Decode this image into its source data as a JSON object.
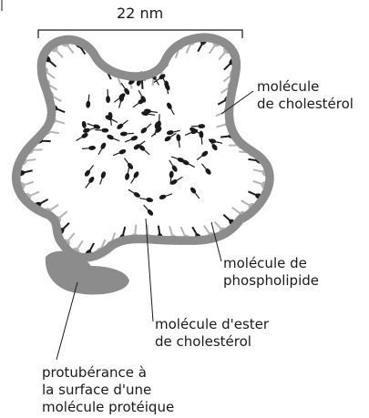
{
  "scale": {
    "label": "22 nm"
  },
  "labels": {
    "cholesterol": [
      "molécule",
      "de cholestérol"
    ],
    "phospholipid": [
      "molécule de",
      "phospholipide"
    ],
    "ester": [
      "molécule d'ester",
      "de cholestérol"
    ],
    "protein": [
      "protubérance à",
      "la surface d'une",
      "molécule protéique"
    ]
  },
  "colors": {
    "protein": "#8c8c8c",
    "phospholipid_light": "#b3b3b3",
    "phospholipid_dark": "#1c1c1c",
    "ester_core": "#1a1a1a",
    "text": "#1a1a1a"
  }
}
